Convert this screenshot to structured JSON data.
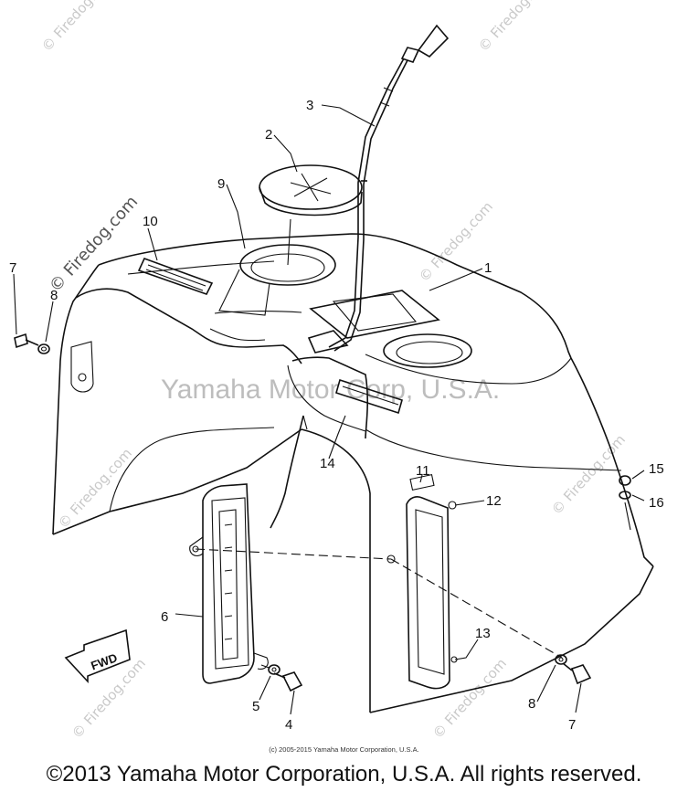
{
  "watermarks": {
    "site": "© Firedog.com",
    "center": "Yamaha Motor Corp, U.S.A."
  },
  "callouts": [
    "1",
    "2",
    "3",
    "4",
    "5",
    "6",
    "7",
    "7",
    "8",
    "8",
    "9",
    "10",
    "11",
    "12",
    "13",
    "14",
    "15",
    "16"
  ],
  "fwd_label": "FWD",
  "small_copyright": "(c) 2005-2015 Yamaha Motor Corporation, U.S.A.",
  "footer_copyright": "©2013 Yamaha Motor Corporation, U.S.A. All rights reserved."
}
